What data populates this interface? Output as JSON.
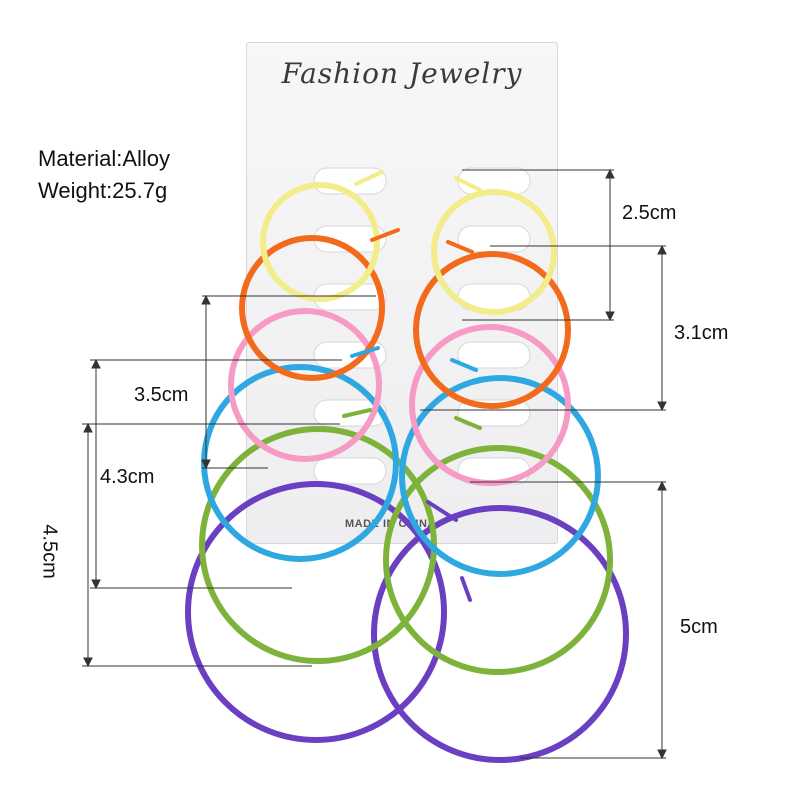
{
  "card": {
    "title": "Fashion Jewelry",
    "made_in": "MADE IN CHINA"
  },
  "specs": {
    "material": "Material:Alloy",
    "weight": "Weight:25.7g"
  },
  "dimensions": {
    "d1": "2.5cm",
    "d2": "3.1cm",
    "d3": "3.5cm",
    "d4": "4.3cm",
    "d5": "4.5cm",
    "d6": "5cm"
  },
  "colors": {
    "yellow": "#f2ec8a",
    "orange": "#f26a1c",
    "pink": "#f59bc6",
    "blue": "#2fa8e2",
    "green": "#7db33b",
    "purple": "#6a3fc2"
  }
}
